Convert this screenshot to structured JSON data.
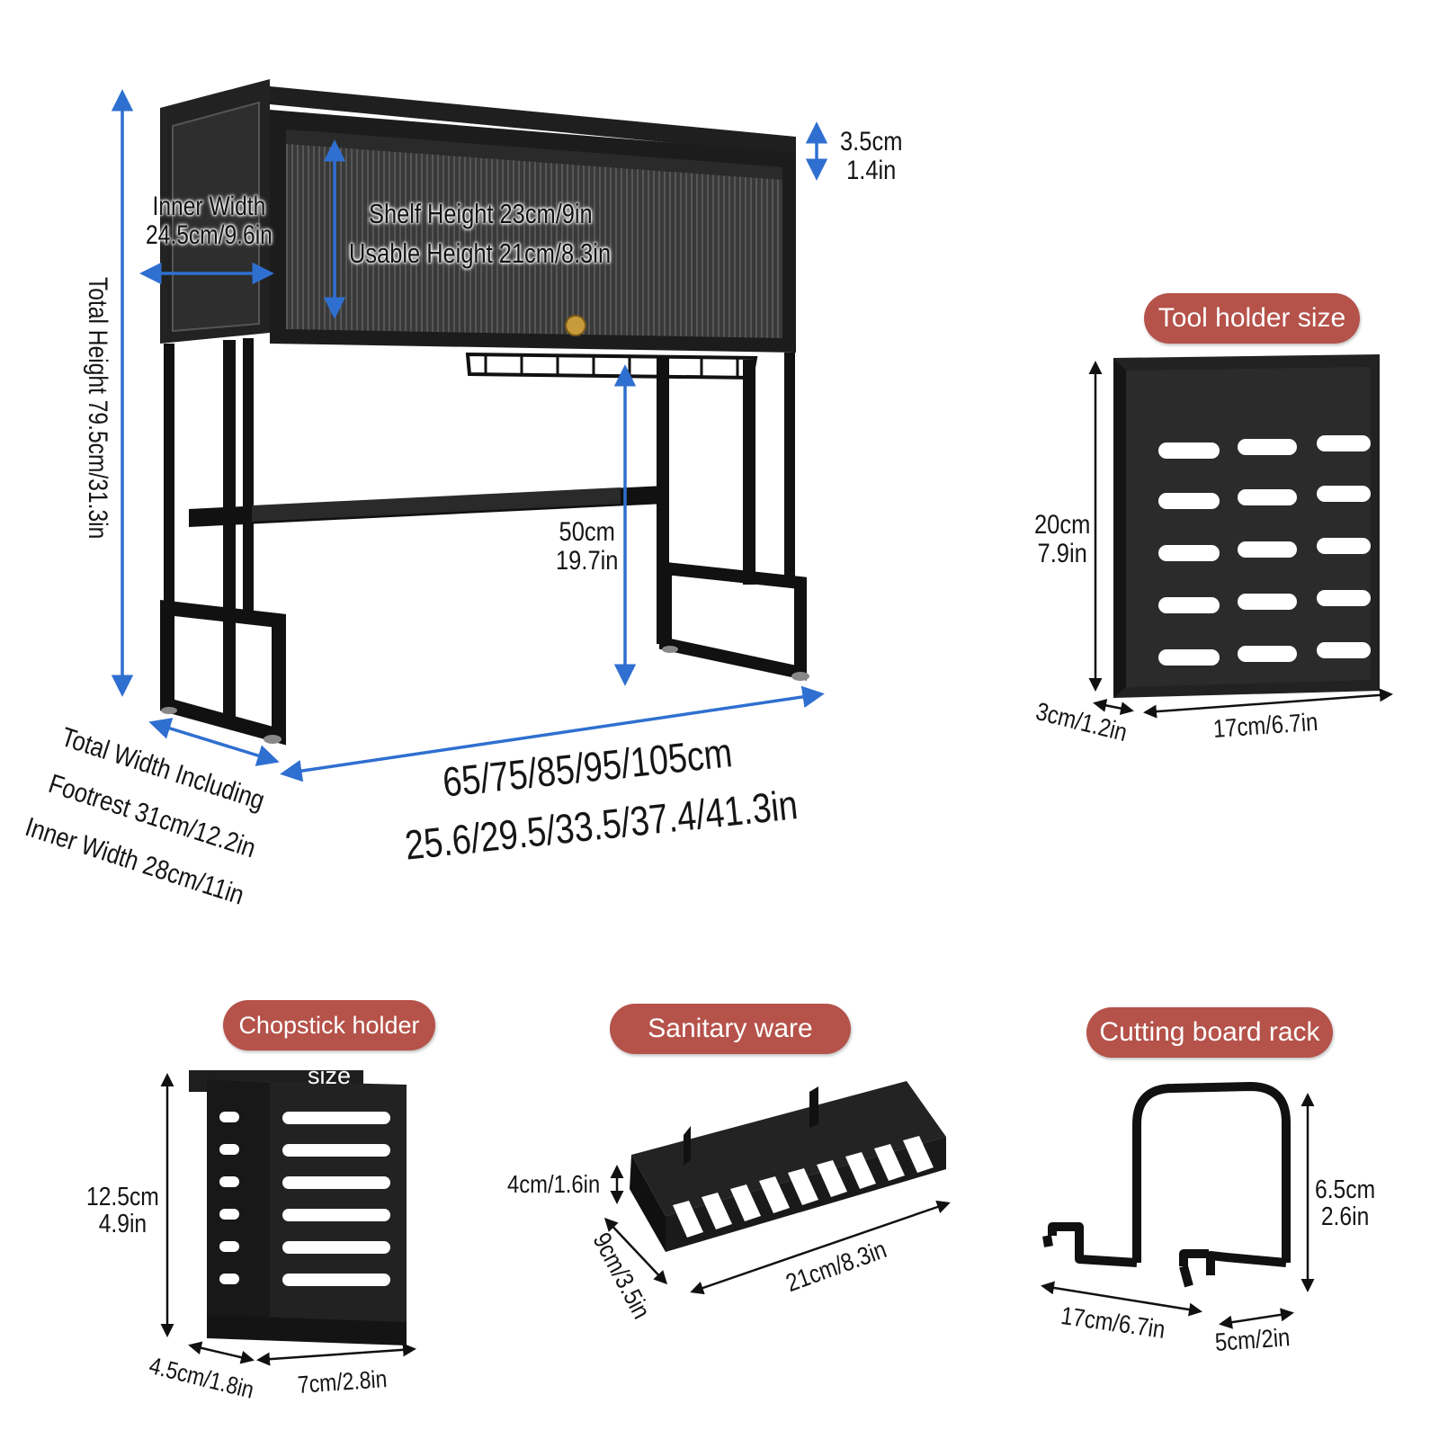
{
  "colors": {
    "arrow_blue": "#2f6fd0",
    "badge_red": "#b5524a",
    "metal_black": "#1f1f1f",
    "panel_dark": "#2a2a2a"
  },
  "main_rack": {
    "inner_width": "Inner Width\n24.5cm/9.6in",
    "shelf_height": "Shelf Height 23cm/9in",
    "usable_height": "Usable Height 21cm/8.3in",
    "top_lip": "3.5cm\n1.4in",
    "total_height": "Total Height 79.5cm/31.3in",
    "clearance": "50cm\n19.7in",
    "width_cm": "65/75/85/95/105cm",
    "width_in": "25.6/29.5/33.5/37.4/41.3in",
    "depth_line1": "Total Width Including",
    "depth_line2": "Footrest 31cm/12.2in",
    "depth_line3": "Inner Width 28cm/11in"
  },
  "tool_holder": {
    "title": "Tool holder size",
    "height": "20cm\n7.9in",
    "depth": "3cm/1.2in",
    "width": "17cm/6.7in"
  },
  "chopstick_holder": {
    "title": "Chopstick holder size",
    "height": "12.5cm\n4.9in",
    "depth": "4.5cm/1.8in",
    "width": "7cm/2.8in"
  },
  "sanitary_basket": {
    "title": "Sanitary ware basket",
    "height": "4cm/1.6in",
    "depth": "9cm/3.5in",
    "width": "21cm/8.3in"
  },
  "cutting_board_rack": {
    "title": "Cutting board rack",
    "height": "6.5cm\n2.6in",
    "width": "17cm/6.7in",
    "depth": "5cm/2in"
  }
}
